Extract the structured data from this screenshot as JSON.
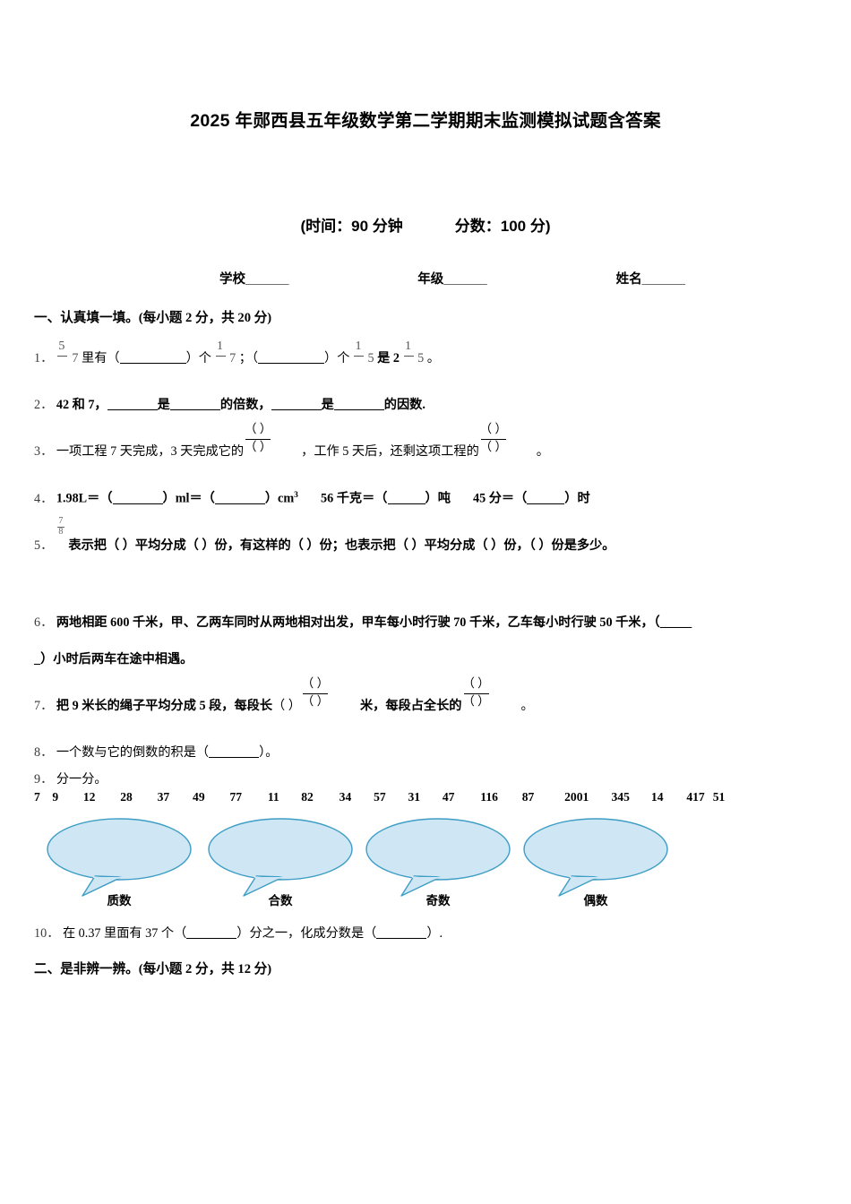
{
  "document": {
    "title": "2025 年郧西县五年级数学第二学期期末监测模拟试题含答案",
    "exam_info": {
      "time_label": "(时间：90 分钟",
      "score_label": "分数：100 分)"
    },
    "id_fields": [
      {
        "label": "学校",
        "blank": "______"
      },
      {
        "label": "年级",
        "blank": "______"
      },
      {
        "label": "姓名",
        "blank": "______"
      }
    ]
  },
  "sections": [
    {
      "heading": "一、认真填一填。(每小题 2 分，共 20 分)",
      "questions": [
        {
          "num": "1．",
          "parts": {
            "frac1_num": "5",
            "frac1_den": "7",
            "t1": "里有（",
            "blank1": "________",
            "t2": "）个",
            "frac2_num": "1",
            "frac2_den": "7",
            "t3": "；（",
            "blank2": "________",
            "t4": "）个",
            "frac3_num": "1",
            "frac3_den": "5",
            "t5": "是 2",
            "frac4_num": "1",
            "frac4_den": "5",
            "t6": "。"
          }
        },
        {
          "num": "2．",
          "text_a": "42 和 7，",
          "text_b": "是",
          "text_c": "的倍数，",
          "text_d": "是",
          "text_e": "的因数."
        },
        {
          "num": "3．",
          "text_a": "一项工程 7 天完成，3 天完成它的",
          "frac_a_num": "（  ）",
          "frac_a_den": "（  ）",
          "text_b": "，工作 5 天后，还剩这项工程的",
          "frac_b_num": "（  ）",
          "frac_b_den": "（  ）",
          "text_c": "。"
        },
        {
          "num": "4．",
          "text_a": "1.98L＝（",
          "blank1": "_____",
          "text_b": "）ml＝（",
          "blank2": "_____",
          "text_c": "）cm",
          "sup": "3",
          "text_d": "56 千克＝（",
          "blank3": "____",
          "text_e": "）吨",
          "text_f": "45 分＝（",
          "blank4": "____",
          "text_g": "）时"
        },
        {
          "num": "5．",
          "frac_num": "7",
          "frac_den": "8",
          "text": "表示把（  ）平均分成（  ）份，有这样的（  ）份；也表示把（ ）平均分成（ ）份，（ ）份是多少。"
        },
        {
          "num": "6．",
          "line1": "两地相距 600 千米，甲、乙两车同时从两地相对出发，甲车每小时行驶 70 千米，乙车每小时行驶 50 千米，（_____",
          "line2": "_）小时后两车在途中相遇。"
        },
        {
          "num": "7．",
          "text_a": "把 9 米长的绳子平均分成 5 段，每段长",
          "whole": "（  ）",
          "frac_a_num": "（  ）",
          "frac_a_den": "（  ）",
          "text_b": "米，每段占全长的",
          "frac_b_num": "（  ）",
          "frac_b_den": "（  ）",
          "text_c": "。"
        },
        {
          "num": "8．",
          "text_a": "一个数与它的倒数的积是（",
          "blank1": "______",
          "text_b": "）。"
        },
        {
          "num": "9．",
          "text": "分一分。",
          "numbers": [
            "7",
            "9",
            "12",
            "28",
            "37",
            "49",
            "77",
            "11",
            "82",
            "34",
            "57",
            "31",
            "47",
            "116",
            "87",
            "2001",
            "345",
            "14",
            "417",
            "51"
          ],
          "bubbles": [
            {
              "label": "质数"
            },
            {
              "label": "合数"
            },
            {
              "label": "奇数"
            },
            {
              "label": "偶数"
            }
          ],
          "bubble_fill": "#cfe7f5",
          "bubble_stroke": "#3d9dc4"
        },
        {
          "num": "10．",
          "text_a": "在 0.37 里面有 37 个（",
          "blank1": "______",
          "text_b": "）分之一，化成分数是（",
          "blank2": "______",
          "text_c": "）."
        }
      ]
    },
    {
      "heading": "二、是非辨一辨。(每小题 2 分，共 12 分)",
      "questions": []
    }
  ]
}
